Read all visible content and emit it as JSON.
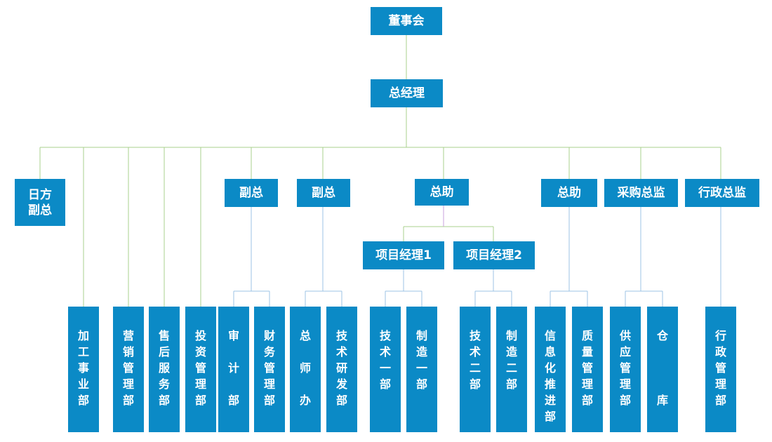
{
  "nodes": {
    "board": "董事会",
    "gm": "总经理",
    "rifang": "日方\n副总",
    "vp1": "副总",
    "vp2": "副总",
    "asst1": "总助",
    "asst2": "总助",
    "procurement": "采购总监",
    "admin": "行政总监",
    "pm1": "项目经理1",
    "pm2": "项目经理2",
    "processing": "加\n工\n事\n业\n部",
    "marketing": "营\n销\n管\n理\n部",
    "aftersales": "售\n后\n服\n务\n部",
    "investment": "投\n资\n管\n理\n部",
    "audit": "审\n\n计\n\n部",
    "finance": "财\n务\n管\n理\n部",
    "gm_office": "总\n\n师\n\n办",
    "rd": "技\n术\n研\n发\n部",
    "tech1": "技\n术\n一\n部",
    "mfg1": "制\n造\n一\n部",
    "tech2": "技\n术\n二\n部",
    "mfg2": "制\n造\n二\n部",
    "it": "信\n息\n化\n推\n进\n部",
    "quality": "质\n量\n管\n理\n部",
    "supply": "供\n应\n管\n理\n部",
    "warehouse": "仓\n\n\n\n库",
    "administration": "行\n政\n管\n理\n部"
  },
  "colors": {
    "box": "#0b8ac6",
    "text": "#ffffff",
    "line_top": "#a9d18e",
    "line_branch": "#9dc3e6",
    "line_accent": "#c9a0dc"
  }
}
